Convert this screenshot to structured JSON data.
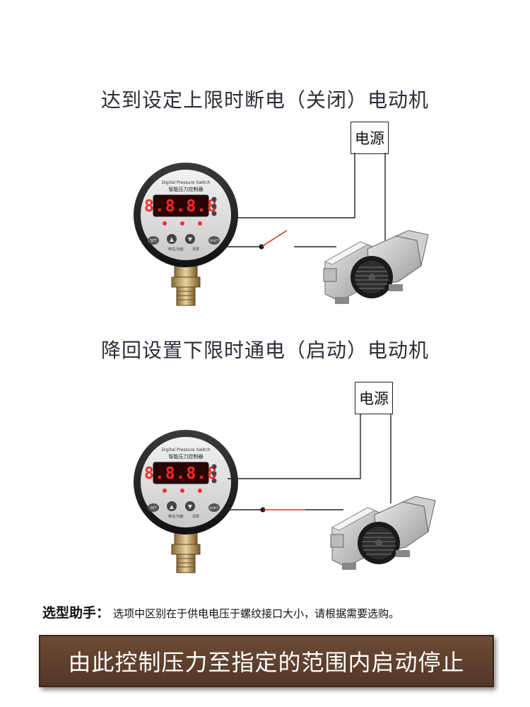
{
  "section1": {
    "title": "达到设定上限时断电（关闭）电动机",
    "power_label": "电源",
    "switch_state": "open"
  },
  "section2": {
    "title": "降回设置下限时通电（启动）电动机",
    "power_label": "电源",
    "switch_state": "closed"
  },
  "controller": {
    "display": "8.8.8.8",
    "brand_text": "Digital Pressure Switch",
    "name_text": "智能压力控制器",
    "btn_set": "SET",
    "btn_shift": "SHIFT",
    "key_up": "▲",
    "key_down": "▼",
    "key_label_left": "移位/功能",
    "key_label_right": "清零"
  },
  "footer": {
    "helper_label": "选型助手：",
    "helper_text": "选项中区别在于供电电压于螺纹接口大小，请根据需要选购。",
    "banner_text": "由此控制压力至指定的范围内启动停止"
  },
  "colors": {
    "wire": "#222222",
    "switch_blade": "#cc3a1a",
    "banner_bg": "#5e3f2c",
    "display_bg": "#2a0505",
    "display_digits": "#ff2a2a"
  }
}
